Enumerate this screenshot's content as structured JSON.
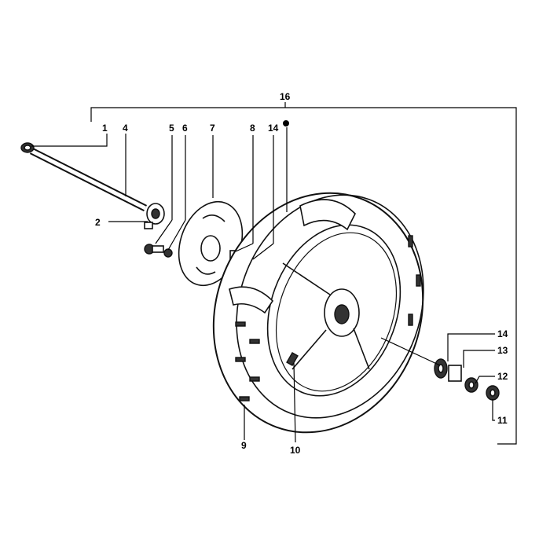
{
  "diagram": {
    "title": "Front wheel exploded parts diagram",
    "callouts": {
      "assembly": "16",
      "axle_nut_left": "1",
      "axle": "4",
      "speedo_drive": "2",
      "spacer_5": "5",
      "washer_6": "6",
      "brake_disc": "7",
      "bearing_8": "8",
      "seal_left": "14",
      "tyre": "9",
      "valve": "10",
      "seal_right": "14",
      "spacer_13": "13",
      "washer_12": "12",
      "nut_11": "11"
    }
  }
}
